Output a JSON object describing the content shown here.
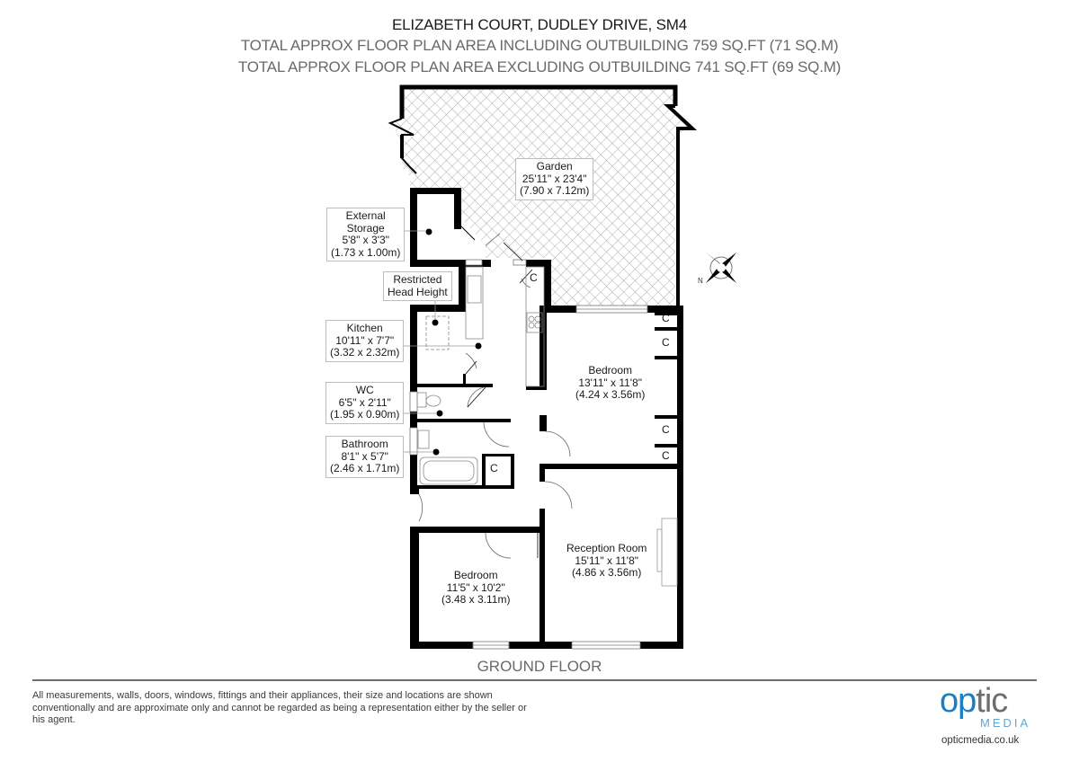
{
  "header": {
    "title": "ELIZABETH COURT, DUDLEY DRIVE, SM4",
    "area_including": "TOTAL APPROX FLOOR PLAN AREA INCLUDING OUTBUILDING 759 SQ.FT (71 SQ.M)",
    "area_excluding": "TOTAL APPROX FLOOR PLAN AREA EXCLUDING OUTBUILDING 741 SQ.FT (69 SQ.M)"
  },
  "rooms": {
    "garden": {
      "name": "Garden",
      "imperial": "25'11\" x 23'4\"",
      "metric": "(7.90 x 7.12m)"
    },
    "external_storage": {
      "name_line1": "External",
      "name_line2": "Storage",
      "imperial": "5'8\" x 3'3\"",
      "metric": "(1.73 x 1.00m)"
    },
    "restricted": {
      "line1": "Restricted",
      "line2": "Head Height"
    },
    "kitchen": {
      "name": "Kitchen",
      "imperial": "10'11\" x 7'7\"",
      "metric": "(3.32 x 2.32m)"
    },
    "wc": {
      "name": "WC",
      "imperial": "6'5\" x 2'11\"",
      "metric": "(1.95 x 0.90m)"
    },
    "bathroom": {
      "name": "Bathroom",
      "imperial": "8'1\" x 5'7\"",
      "metric": "(2.46 x 1.71m)"
    },
    "bedroom1": {
      "name": "Bedroom",
      "imperial": "13'11\" x 11'8\"",
      "metric": "(4.24 x 3.56m)"
    },
    "bedroom2": {
      "name": "Bedroom",
      "imperial": "11'5\" x 10'2\"",
      "metric": "(3.48 x 3.11m)"
    },
    "reception": {
      "name": "Reception Room",
      "imperial": "15'11\" x 11'8\"",
      "metric": "(4.86 x 3.56m)"
    }
  },
  "cupboard_label": "C",
  "compass": {
    "north_label": "N"
  },
  "floor_label": "GROUND FLOOR",
  "footer": {
    "disclaimer": "All measurements, walls, doors, windows, fittings and their appliances, their size and locations are shown conventionally and are approximate only and cannot be regarded as being a representation either by the seller or his agent.",
    "logo_word_o": "op",
    "logo_word_rest": "tic",
    "logo_media": "MEDIA",
    "logo_url": "opticmedia.co.uk"
  },
  "colors": {
    "wall": "#000000",
    "hatch": "#9a9a9a",
    "logo_blue": "#1c7fc4",
    "logo_grey": "#6e6e6e"
  }
}
